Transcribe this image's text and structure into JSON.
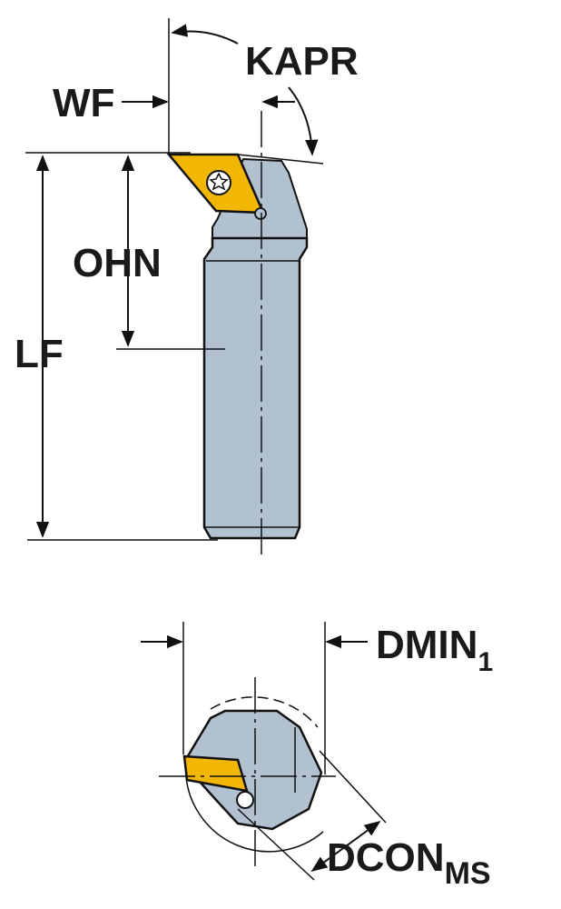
{
  "labels": {
    "kapr": "KAPR",
    "wf": "WF",
    "ohn": "OHN",
    "lf": "LF",
    "dmin_main": "DMIN",
    "dmin_sub": "1",
    "dcon_main": "DCON",
    "dcon_sub": "MS"
  },
  "colors": {
    "body": "#b2c1cf",
    "body_dark": "#8ea0b3",
    "insert": "#f2b705",
    "line": "#111111"
  }
}
